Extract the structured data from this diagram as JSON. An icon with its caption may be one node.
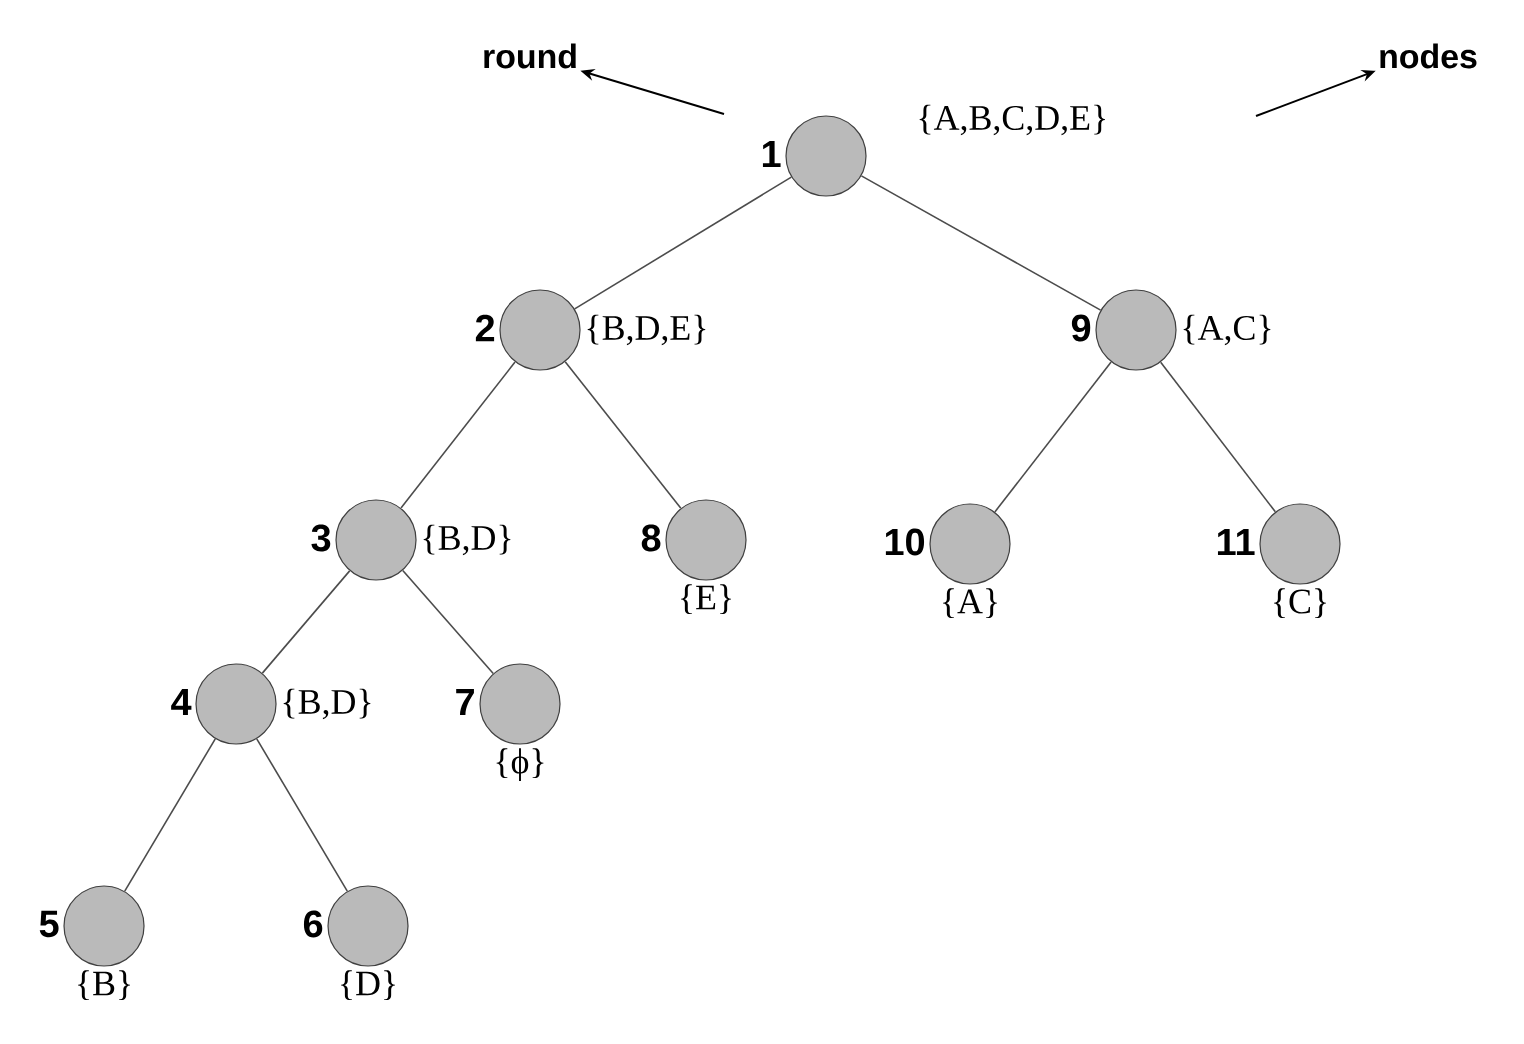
{
  "diagram": {
    "nodes": [
      {
        "text": [
          "round"
        ]
      },
      {
        "text": [
          "nodes"
        ]
      },
      {
        "text": [],
        "shape": "circle",
        "beside": [
          "1",
          "{A,B,C,D,E}"
        ]
      },
      {
        "text": [],
        "shape": "circle",
        "beside": [
          "2",
          "{B,D,E}"
        ]
      },
      {
        "text": [],
        "shape": "circle",
        "beside": [
          "9",
          "{A,C}"
        ]
      },
      {
        "text": [],
        "shape": "circle",
        "beside": [
          "3",
          "{B,D}"
        ]
      },
      {
        "text": [],
        "shape": "circle",
        "beside": [
          "8",
          "{E}"
        ]
      },
      {
        "text": [],
        "shape": "circle",
        "beside": [
          "10",
          "{A}"
        ]
      },
      {
        "text": [],
        "shape": "circle",
        "beside": [
          "11",
          "{C}"
        ]
      },
      {
        "text": [],
        "shape": "circle",
        "beside": [
          "4",
          "{B,D}"
        ]
      },
      {
        "text": [],
        "shape": "circle",
        "beside": [
          "7",
          "{*ϕ*}"
        ]
      },
      {
        "text": [],
        "shape": "circle",
        "beside": [
          "5",
          "{B}"
        ]
      },
      {
        "text": [],
        "shape": "circle",
        "beside": [
          "6",
          "{D}"
        ]
      }
    ],
    "edges": [
      {
        "from": null,
        "to": 0,
        "arrow": "to"
      },
      {
        "from": null,
        "to": 1,
        "arrow": "to"
      },
      {
        "from": 2,
        "to": 3,
        "arrow": "none"
      },
      {
        "from": 2,
        "to": 4,
        "arrow": "none"
      },
      {
        "from": 3,
        "to": 5,
        "arrow": "none"
      },
      {
        "from": 3,
        "to": 6,
        "arrow": "none"
      },
      {
        "from": 4,
        "to": 7,
        "arrow": "none"
      },
      {
        "from": 4,
        "to": 8,
        "arrow": "none"
      },
      {
        "from": 5,
        "to": 9,
        "arrow": "none"
      },
      {
        "from": 5,
        "to": 10,
        "arrow": "none"
      },
      {
        "from": 9,
        "to": 11,
        "arrow": "none"
      },
      {
        "from": 9,
        "to": 12,
        "arrow": "none"
      }
    ]
  }
}
